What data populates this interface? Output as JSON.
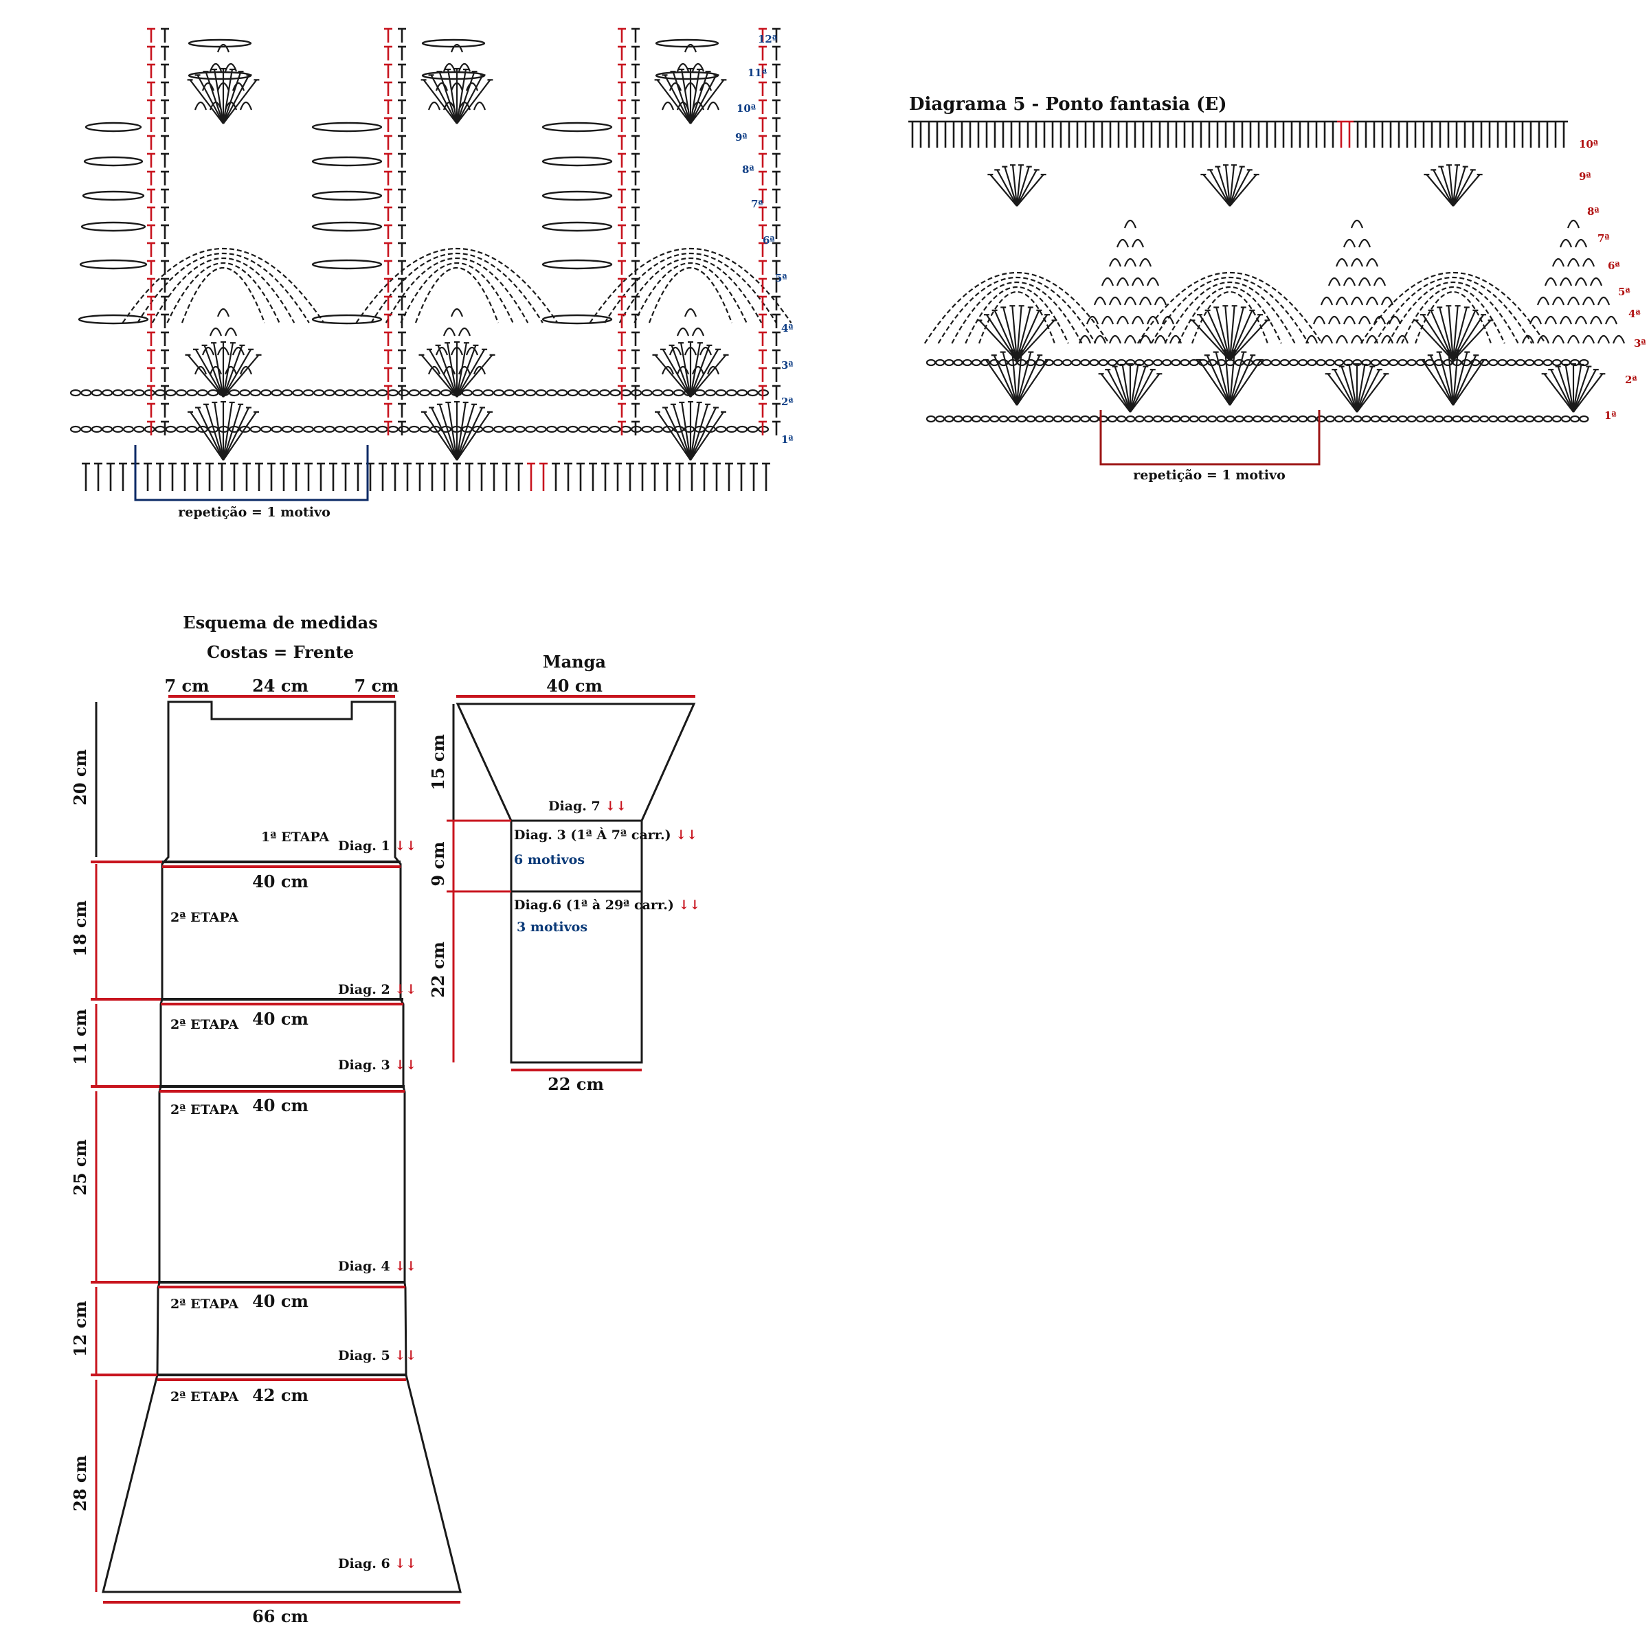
{
  "colors": {
    "ink": "#1a1a1a",
    "accent_red": "#c8141e",
    "row_blue": "#103f86",
    "row_red": "#b01010",
    "motif_blue": "#0b3a78"
  },
  "diagram_left": {
    "repeat_label": "repetição = 1 motivo",
    "rows": [
      "1ª",
      "2ª",
      "3ª",
      "4ª",
      "5ª",
      "6ª",
      "7ª",
      "8ª",
      "9ª",
      "10ª",
      "11ª",
      "12ª"
    ]
  },
  "diagram_right": {
    "title": "Diagrama 5 - Ponto fantasia (E)",
    "repeat_label": "repetição = 1 motivo",
    "rows": [
      "1ª",
      "2ª",
      "3ª",
      "4ª",
      "5ª",
      "6ª",
      "7ª",
      "8ª",
      "9ª",
      "10ª"
    ]
  },
  "schema": {
    "title_line1": "Esquema de medidas",
    "title_line2": "Costas = Frente",
    "top_widths": {
      "shoulder_left": "7 cm",
      "neck": "24 cm",
      "shoulder_right": "7 cm"
    },
    "heights": [
      "20 cm",
      "18 cm",
      "11 cm",
      "25 cm",
      "12 cm",
      "28 cm"
    ],
    "widths": [
      "40 cm",
      "40 cm",
      "40 cm",
      "40 cm",
      "42 cm"
    ],
    "bottom_width": "66 cm",
    "stage_1": "1ª ETAPA",
    "stage_2": "2ª ETAPA",
    "diags": [
      "Diag. 1",
      "Diag. 2",
      "Diag. 3",
      "Diag. 4",
      "Diag. 5",
      "Diag. 6"
    ],
    "arrows": "↓↓"
  },
  "sleeve": {
    "title": "Manga",
    "top_width": "40 cm",
    "bottom_width": "22 cm",
    "heights": [
      "15 cm",
      "9 cm",
      "22 cm"
    ],
    "diag7": "Diag. 7",
    "diag3": "Diag. 3 (1ª À 7ª carr.)",
    "motifs_6": "6 motivos",
    "diag6": "Diag.6 (1ª à 29ª carr.)",
    "motifs_3": "3 motivos",
    "arrows": "↓↓"
  }
}
